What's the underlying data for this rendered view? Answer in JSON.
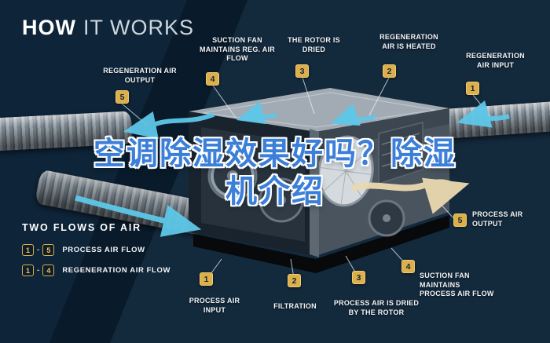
{
  "title": {
    "bold": "HOW",
    "light": "IT WORKS"
  },
  "headline": {
    "line1": "空调除湿效果好吗？除湿",
    "line2": "机介绍"
  },
  "callouts": {
    "reg_air_output": {
      "label": "REGENERATION AIR OUTPUT",
      "badge": "5"
    },
    "suction_fan_reg": {
      "label": "SUCTION FAN MAINTAINS REG. AIR FLOW",
      "badge": "4"
    },
    "rotor_is_dried": {
      "label": "THE ROTOR IS DRIED",
      "badge": "3"
    },
    "reg_air_heated": {
      "label": "REGENERATION AIR IS HEATED",
      "badge": "2"
    },
    "reg_air_input": {
      "label": "REGENERATION AIR INPUT",
      "badge": "1"
    },
    "process_air_output": {
      "label": "PROCESS AIR OUTPUT",
      "badge": "5"
    },
    "suction_fan_process": {
      "label": "SUCTION FAN MAINTAINS PROCESS AIR FLOW",
      "badge": "4"
    },
    "process_air_dried": {
      "label": "PROCESS AIR IS DRIED BY THE ROTOR",
      "badge": "3"
    },
    "filtration": {
      "label": "FILTRATION",
      "badge": "2"
    },
    "process_air_input": {
      "label": "PROCESS AIR INPUT",
      "badge": "1"
    }
  },
  "legend": {
    "heading": "TWO FLOWS OF AIR",
    "rows": [
      {
        "from": "1",
        "dash": "-",
        "to": "5",
        "label": "PROCESS AIR FLOW"
      },
      {
        "from": "1",
        "dash": "-",
        "to": "4",
        "label": "REGENERATION AIR FLOW"
      }
    ]
  },
  "colors": {
    "background": "#0e2438",
    "badge_gold": "#dcaf4a",
    "flow_blue": "#5ec7e8",
    "flow_cream": "#ead9b0",
    "headline_blue": "#3b7fd9"
  }
}
